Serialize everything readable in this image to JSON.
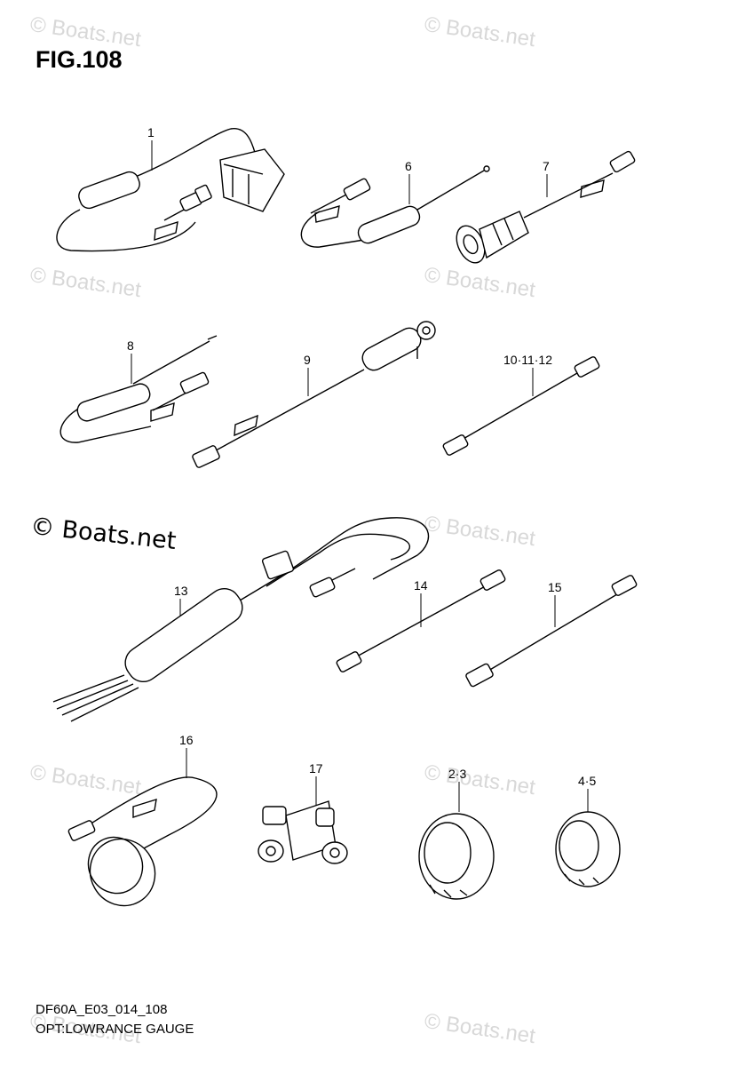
{
  "figure": {
    "title": "FIG.108"
  },
  "watermark": {
    "text": "© Boats.net",
    "faint_color": "#d8d8d8",
    "bold_color": "#000000"
  },
  "parts": [
    {
      "id": "p1",
      "label": "1"
    },
    {
      "id": "p6",
      "label": "6"
    },
    {
      "id": "p7",
      "label": "7"
    },
    {
      "id": "p8",
      "label": "8"
    },
    {
      "id": "p9",
      "label": "9"
    },
    {
      "id": "p10",
      "label": "10·11·12"
    },
    {
      "id": "p13",
      "label": "13"
    },
    {
      "id": "p14",
      "label": "14"
    },
    {
      "id": "p15",
      "label": "15"
    },
    {
      "id": "p16",
      "label": "16"
    },
    {
      "id": "p17",
      "label": "17"
    },
    {
      "id": "p23",
      "label": "2·3"
    },
    {
      "id": "p45",
      "label": "4·5"
    }
  ],
  "footer": {
    "code": "DF60A_E03_014_108",
    "caption": "OPT:LOWRANCE GAUGE"
  }
}
